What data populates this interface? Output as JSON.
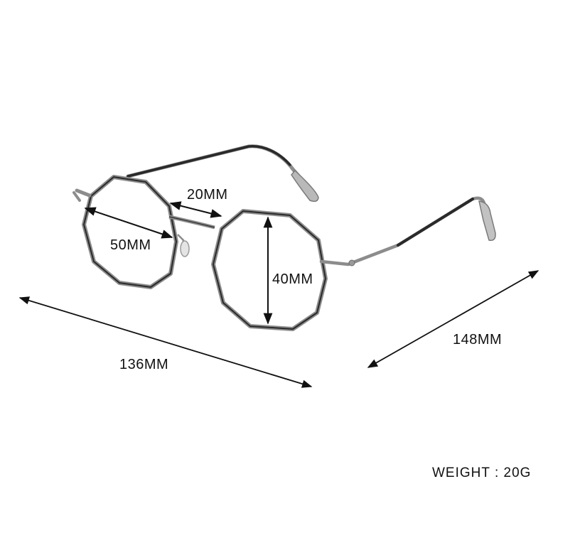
{
  "dimensions": {
    "bridge_width": "20MM",
    "lens_width": "50MM",
    "lens_height": "40MM",
    "frame_width": "136MM",
    "temple_length": "148MM"
  },
  "weight": {
    "label": "WEIGHT",
    "separator": ":",
    "value": "20G"
  },
  "colors": {
    "frame_metal": "#8c8c8c",
    "frame_dark": "#2a2a2a",
    "temple_tip": "#3a3a3a",
    "nose_pad": "#dcdcdc",
    "arrow": "#111111",
    "text": "#111111"
  }
}
